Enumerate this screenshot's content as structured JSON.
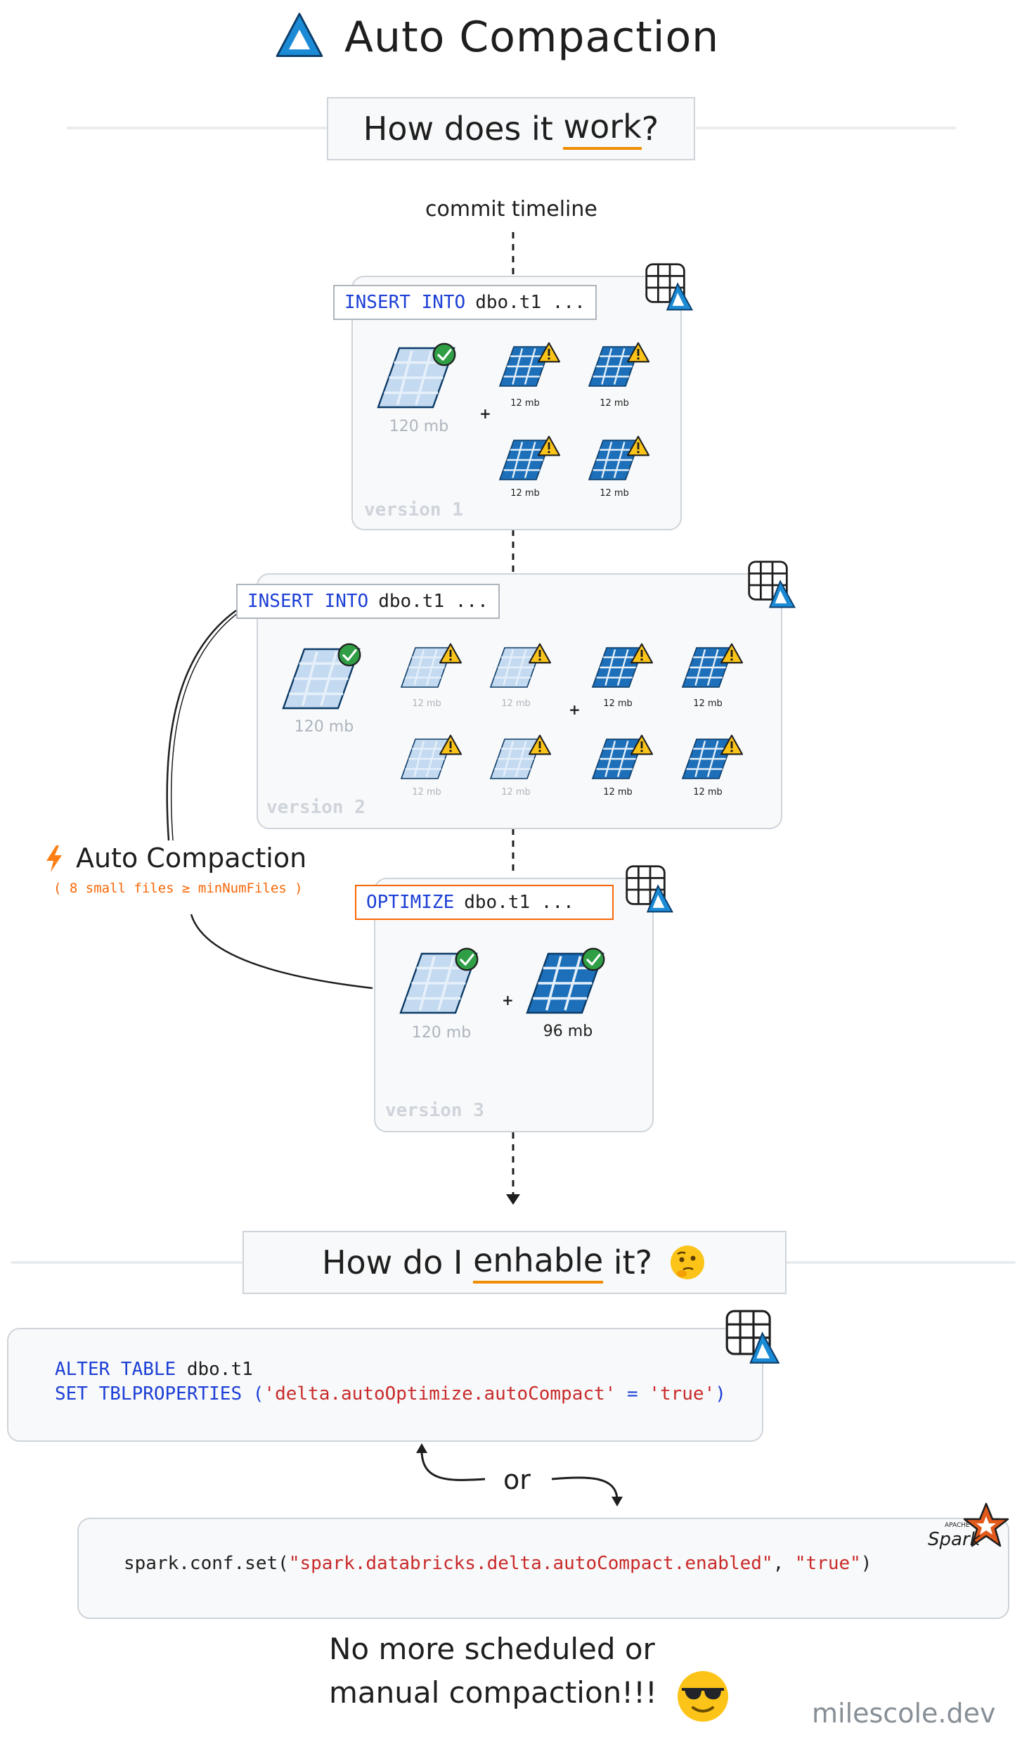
{
  "title": "Auto Compaction",
  "section1": {
    "prefix": "How does it ",
    "underlined": "work",
    "suffix": "?"
  },
  "timeline_label": "commit timeline",
  "versions": [
    {
      "label": "version 1",
      "sql_keywords": "INSERT INTO",
      "sql_rest": "dbo.t1 ...",
      "big_file_size": "120 mb",
      "small_file_size": "12 mb"
    },
    {
      "label": "version 2",
      "sql_keywords": "INSERT INTO",
      "sql_rest": "dbo.t1 ...",
      "big_file_size": "120 mb",
      "small_file_size": "12 mb"
    },
    {
      "label": "version 3",
      "sql_keywords": "OPTIMIZE",
      "sql_rest": "dbo.t1 ...",
      "big_file_size": "120 mb",
      "compacted_file_size": "96 mb"
    }
  ],
  "plus_sign": "+",
  "auto_compaction": {
    "label": "Auto Compaction",
    "condition": "( 8 small files ≥ minNumFiles )"
  },
  "section2": {
    "prefix": "How do I ",
    "underlined": "enhable",
    "suffix": " it?"
  },
  "sql_config": {
    "line1_kw": "ALTER TABLE",
    "line1_rest": " dbo.t1",
    "line2_kw": "SET TBLPROPERTIES",
    "line2_open": " (",
    "line2_key": "'delta.autoOptimize.autoCompact'",
    "line2_eq": " = ",
    "line2_val": "'true'",
    "line2_close": ")"
  },
  "or_label": "or",
  "spark_config": {
    "prefix": "spark.conf.set(",
    "key": "\"spark.databricks.delta.autoCompact.enabled\"",
    "sep": ", ",
    "val": "\"true\"",
    "suffix": ")",
    "logo_text": "Spark",
    "logo_small": "APACHE"
  },
  "closing_line1": "No more scheduled or",
  "closing_line2": "manual compaction!!!",
  "watermark": "milescole.dev",
  "colors": {
    "delta_blue": "#1b8bd6",
    "file_dark": "#1c6fb8",
    "file_light": "#a5c8ea",
    "check_green": "#2f9e44",
    "warning_yellow": "#fcc419",
    "keyword_blue": "#1c3fd6",
    "string_red": "#c92a2a",
    "accent_orange": "#f08c00",
    "spark_orange": "#e25a1c"
  }
}
